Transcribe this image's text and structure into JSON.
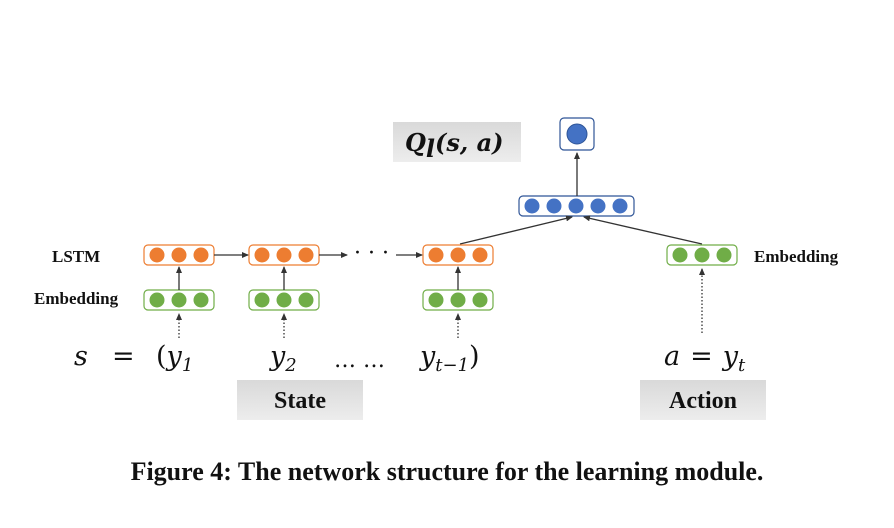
{
  "labels": {
    "lstm": "LSTM",
    "embedding_left": "Embedding",
    "embedding_right": "Embedding",
    "state": "State",
    "action": "Action"
  },
  "q_label": {
    "main": "Q",
    "sub": "l",
    "args": "(s, a)"
  },
  "equation": {
    "s": "s",
    "equals": "=",
    "open_paren": "(",
    "y1": "y",
    "y1_sub": "1",
    "y2": "y",
    "y2_sub": "2",
    "ellipsis": "… …",
    "yt1": "y",
    "yt1_sub": "t−1",
    "close_paren": ")",
    "a": "a",
    "equals_a": "=",
    "yt": "y",
    "yt_sub": "t"
  },
  "ellipsis_lstm": "· · ·",
  "caption": "Figure 4: The network structure for the learning module.",
  "colors": {
    "orange": "#ED7D31",
    "green": "#70AD47",
    "blue": "#4472C4",
    "orange_border": "#ED7D31",
    "green_border": "#70AD47",
    "blue_border": "#2F5597",
    "label_box": "#E0E0E0",
    "arrow": "#333333"
  },
  "nodes_per_vector": {
    "lstm": 3,
    "embedding": 3,
    "hidden": 5,
    "output": 1
  }
}
